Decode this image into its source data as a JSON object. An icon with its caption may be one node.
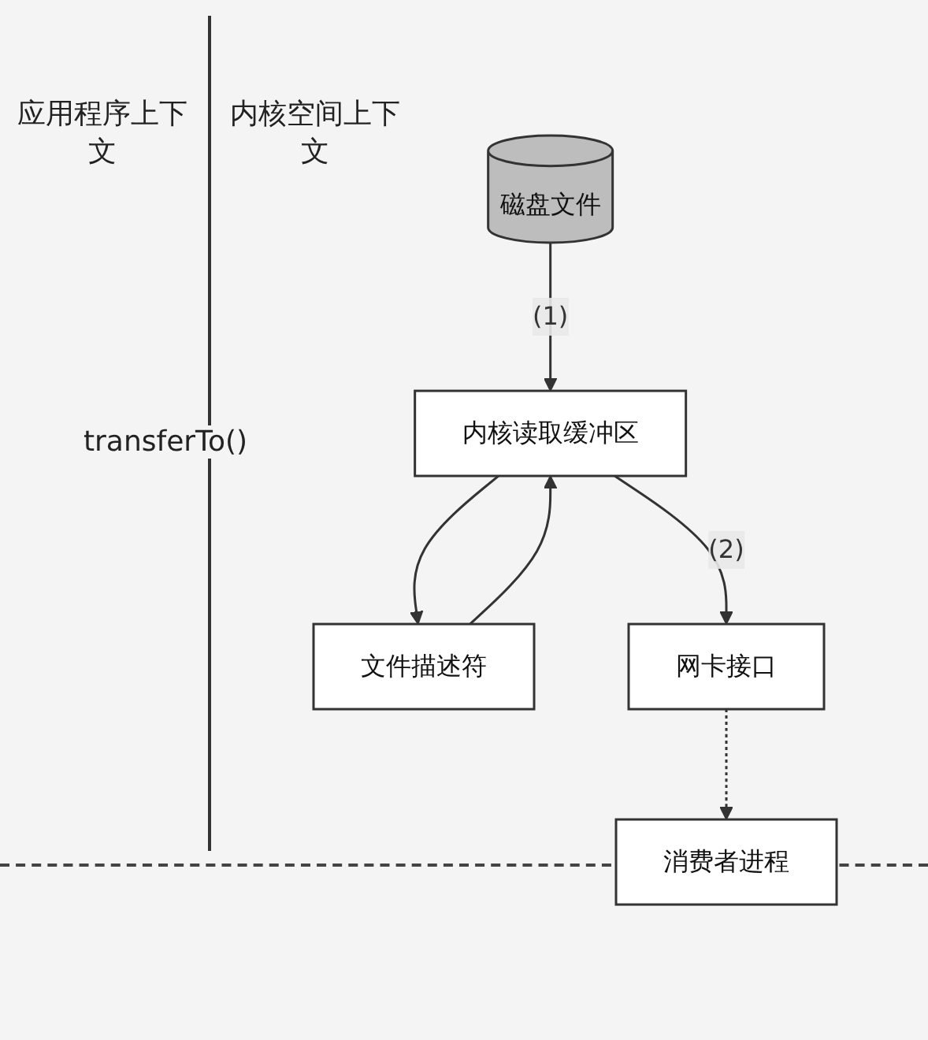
{
  "diagram": {
    "nodes": [
      {
        "text": [
          "磁盘文件"
        ]
      },
      {
        "text": [
          "内核读取缓冲区"
        ]
      },
      {
        "text": [
          "文件描述符"
        ]
      },
      {
        "text": [
          "网卡接口"
        ]
      },
      {
        "text": [
          "消费者进程"
        ]
      }
    ],
    "edges": [
      {
        "from": 0,
        "to": 1,
        "arrow": "to",
        "label": "(1)"
      },
      {
        "from": 1,
        "to": 2,
        "arrow": "to"
      },
      {
        "from": 2,
        "to": 1,
        "arrow": "to"
      },
      {
        "from": 1,
        "to": 3,
        "arrow": "to",
        "label": "(2)"
      },
      {
        "from": 3,
        "to": 4,
        "arrow": "to",
        "style": "dashed"
      }
    ],
    "labels": [
      "应用程序上下文",
      "内核空间上下文",
      "transferTo()"
    ]
  }
}
